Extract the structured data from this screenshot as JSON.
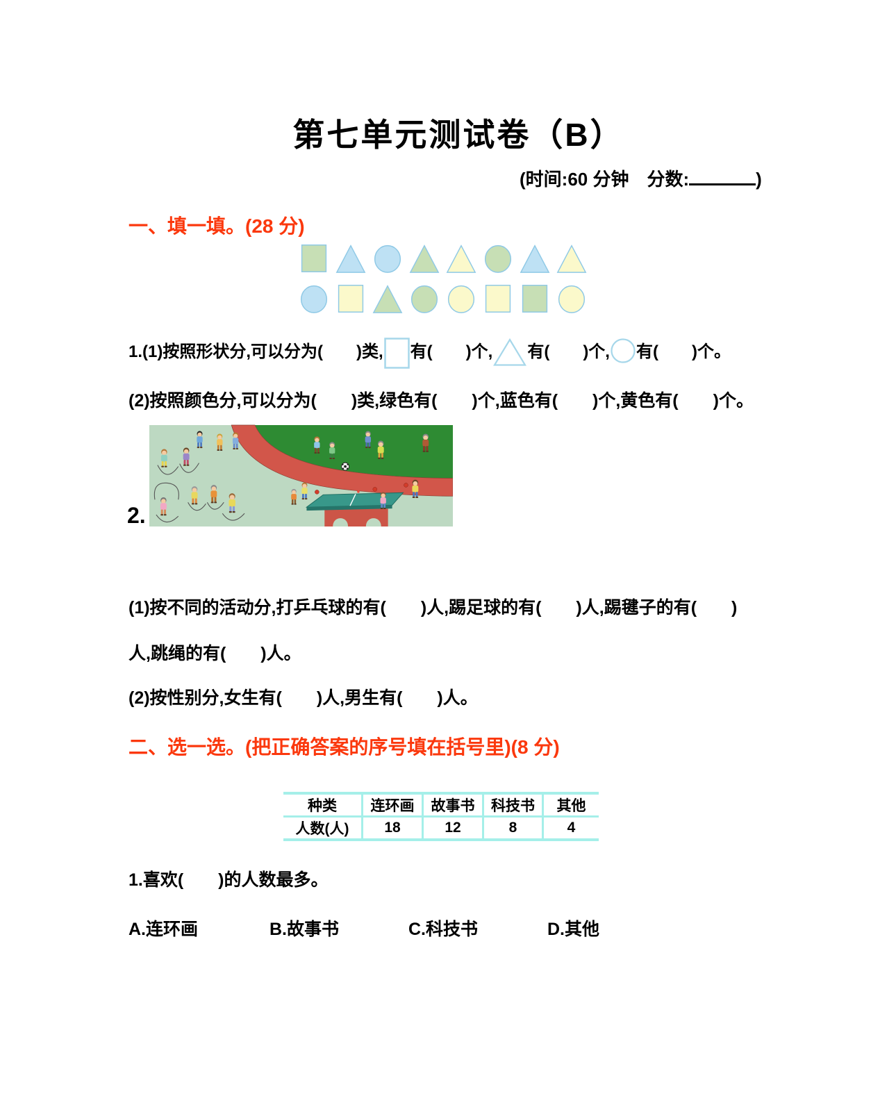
{
  "page": {
    "title": "第七单元测试卷（B）",
    "meta_prefix": "(时间:60 分钟　分数:",
    "meta_suffix": ")"
  },
  "section1": {
    "heading": "一、填一填。(28 分)",
    "q1": {
      "seg1": "1.(1)按照形状分,可以分为(　　)类,",
      "seg2": "有(　　)个,",
      "seg3": "有(　　)个,",
      "seg4": "有(　　)个。",
      "line2": "(2)按照颜色分,可以分为(　　)类,绿色有(　　)个,蓝色有(　　)个,黄色有(　　)个。"
    },
    "q2": {
      "number": "2.",
      "line1": "(1)按不同的活动分,打乒乓球的有(　　)人,踢足球的有(　　)人,踢毽子的有(　　)",
      "line2": "人,跳绳的有(　　)人。",
      "line3": "(2)按性别分,女生有(　　)人,男生有(　　)人。"
    }
  },
  "shapes": {
    "row1": [
      {
        "type": "square",
        "color": "green"
      },
      {
        "type": "triangle",
        "color": "blue"
      },
      {
        "type": "circle",
        "color": "blue"
      },
      {
        "type": "triangle",
        "color": "green"
      },
      {
        "type": "triangle",
        "color": "yellow"
      },
      {
        "type": "circle",
        "color": "green"
      },
      {
        "type": "triangle",
        "color": "blue"
      },
      {
        "type": "triangle",
        "color": "yellow"
      }
    ],
    "row2": [
      {
        "type": "circle",
        "color": "blue"
      },
      {
        "type": "square",
        "color": "yellow"
      },
      {
        "type": "triangle",
        "color": "green"
      },
      {
        "type": "circle",
        "color": "green"
      },
      {
        "type": "circle",
        "color": "yellow"
      },
      {
        "type": "square",
        "color": "yellow"
      },
      {
        "type": "square",
        "color": "green"
      },
      {
        "type": "circle",
        "color": "yellow"
      }
    ],
    "colors": {
      "green": "#c7dfb5",
      "blue": "#bee1f4",
      "yellow": "#fbf9cb",
      "stroke": "#8fc9e6"
    }
  },
  "section2": {
    "heading": "二、选一选。(把正确答案的序号填在括号里)(8 分)",
    "table": {
      "header": [
        "种类",
        "连环画",
        "故事书",
        "科技书",
        "其他"
      ],
      "row": [
        "人数(人)",
        "18",
        "12",
        "8",
        "4"
      ]
    },
    "q1": "1.喜欢(　　)的人数最多。",
    "options": [
      "A.连环画",
      "B.故事书",
      "C.科技书",
      "D.其他"
    ]
  },
  "colors": {
    "accent_red": "#fb380d",
    "table_border": "#a5efe9"
  }
}
